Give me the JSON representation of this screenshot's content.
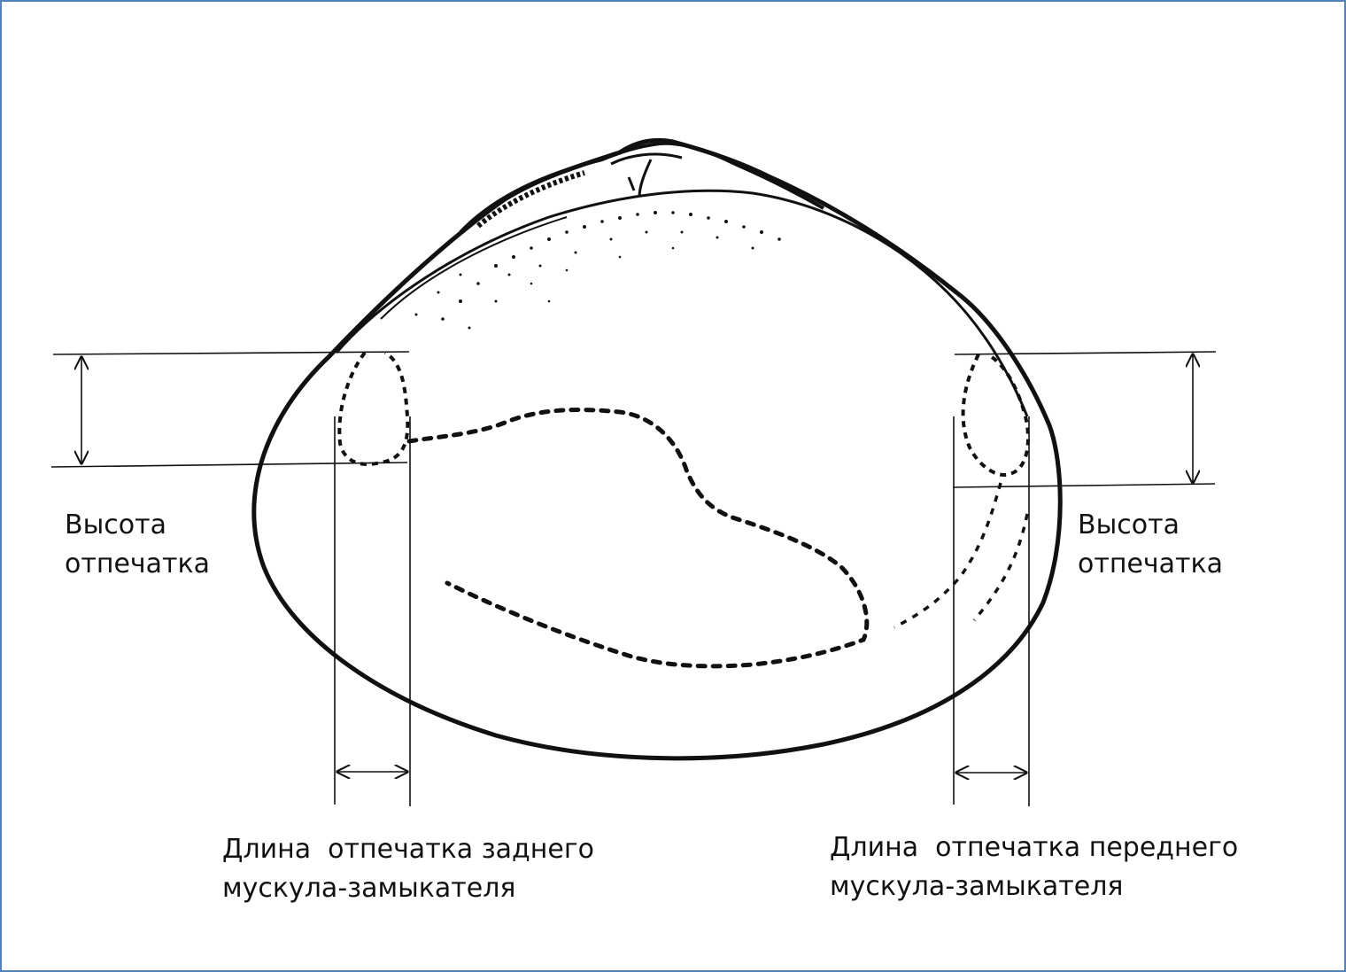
{
  "labels": {
    "posterior_height": {
      "line1": "Высота",
      "line2": "отпечатка"
    },
    "anterior_height": {
      "line1": "Высота",
      "line2": "отпечатка"
    },
    "posterior_length": {
      "line1": "Длина  отпечатка заднего",
      "line2": "мускула-замыкателя"
    },
    "anterior_length": {
      "line1": "Длина  отпечатка переднего",
      "line2": "мускула-замыкателя"
    }
  },
  "colors": {
    "frame_border": "#4f81bd",
    "ink": "#111111",
    "background": "#ffffff"
  }
}
